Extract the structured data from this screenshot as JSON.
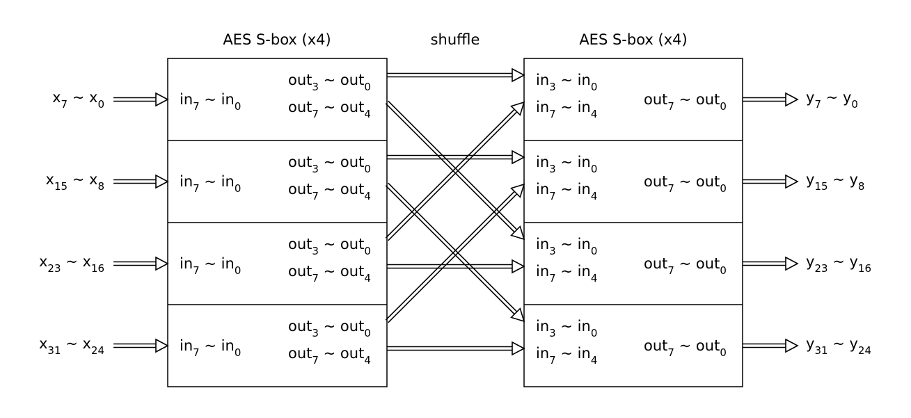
{
  "titles": {
    "left": "AES S-box (x4)",
    "middle": "shuffle",
    "right": "AES S-box  (x4)"
  },
  "tilde": "~",
  "inputs": [
    {
      "a": "x",
      "a_sub": "7",
      "b": "x",
      "b_sub": "0"
    },
    {
      "a": "x",
      "a_sub": "15",
      "b": "x",
      "b_sub": "8"
    },
    {
      "a": "x",
      "a_sub": "23",
      "b": "x",
      "b_sub": "16"
    },
    {
      "a": "x",
      "a_sub": "31",
      "b": "x",
      "b_sub": "24"
    }
  ],
  "left_boxes": [
    {
      "in": [
        "in",
        "7",
        "in",
        "0"
      ],
      "out_top": [
        "out",
        "3",
        "out",
        "0"
      ],
      "out_bottom": [
        "out",
        "7",
        "out",
        "4"
      ]
    },
    {
      "in": [
        "in",
        "7",
        "in",
        "0"
      ],
      "out_top": [
        "out",
        "3",
        "out",
        "0"
      ],
      "out_bottom": [
        "out",
        "7",
        "out",
        "4"
      ]
    },
    {
      "in": [
        "in",
        "7",
        "in",
        "0"
      ],
      "out_top": [
        "out",
        "3",
        "out",
        "0"
      ],
      "out_bottom": [
        "out",
        "7",
        "out",
        "4"
      ]
    },
    {
      "in": [
        "in",
        "7",
        "in",
        "0"
      ],
      "out_top": [
        "out",
        "3",
        "out",
        "0"
      ],
      "out_bottom": [
        "out",
        "7",
        "out",
        "4"
      ]
    }
  ],
  "right_boxes": [
    {
      "in_top": [
        "in",
        "3",
        "in",
        "0"
      ],
      "in_bottom": [
        "in",
        "7",
        "in",
        "4"
      ],
      "out": [
        "out",
        "7",
        "out",
        "0"
      ]
    },
    {
      "in_top": [
        "in",
        "3",
        "in",
        "0"
      ],
      "in_bottom": [
        "in",
        "7",
        "in",
        "4"
      ],
      "out": [
        "out",
        "7",
        "out",
        "0"
      ]
    },
    {
      "in_top": [
        "in",
        "3",
        "in",
        "0"
      ],
      "in_bottom": [
        "in",
        "7",
        "in",
        "4"
      ],
      "out": [
        "out",
        "7",
        "out",
        "0"
      ]
    },
    {
      "in_top": [
        "in",
        "3",
        "in",
        "0"
      ],
      "in_bottom": [
        "in",
        "7",
        "in",
        "4"
      ],
      "out": [
        "out",
        "7",
        "out",
        "0"
      ]
    }
  ],
  "outputs": [
    {
      "a": "y",
      "a_sub": "7",
      "b": "y",
      "b_sub": "0"
    },
    {
      "a": "y",
      "a_sub": "15",
      "b": "y",
      "b_sub": "8"
    },
    {
      "a": "y",
      "a_sub": "23",
      "b": "y",
      "b_sub": "16"
    },
    {
      "a": "y",
      "a_sub": "31",
      "b": "y",
      "b_sub": "24"
    }
  ],
  "shuffle_map": [
    {
      "from_box": 0,
      "from_port": "out_top",
      "to_box": 0,
      "to_port": "in_top"
    },
    {
      "from_box": 0,
      "from_port": "out_bottom",
      "to_box": 2,
      "to_port": "in_top"
    },
    {
      "from_box": 1,
      "from_port": "out_top",
      "to_box": 1,
      "to_port": "in_top"
    },
    {
      "from_box": 1,
      "from_port": "out_bottom",
      "to_box": 3,
      "to_port": "in_top"
    },
    {
      "from_box": 2,
      "from_port": "out_top",
      "to_box": 0,
      "to_port": "in_bottom"
    },
    {
      "from_box": 2,
      "from_port": "out_bottom",
      "to_box": 2,
      "to_port": "in_bottom"
    },
    {
      "from_box": 3,
      "from_port": "out_top",
      "to_box": 1,
      "to_port": "in_bottom"
    },
    {
      "from_box": 3,
      "from_port": "out_bottom",
      "to_box": 3,
      "to_port": "in_bottom"
    }
  ],
  "colors": {
    "line": "#000000",
    "background": "#ffffff"
  }
}
